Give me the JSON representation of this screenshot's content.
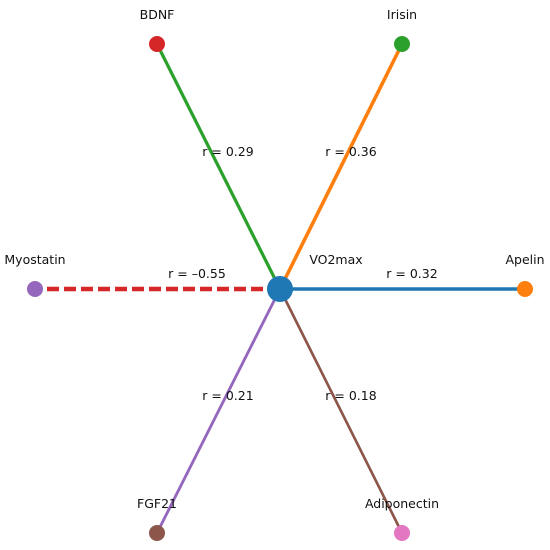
{
  "diagram": {
    "center": {
      "label": "VO2max",
      "color": "#1f77b4"
    },
    "nodes": [
      {
        "label": "BDNF",
        "color": "#d62728",
        "edge_label": "r = 0.29",
        "edge_color": "#2ca02c",
        "edge_style": "solid",
        "edge_weight": 0.29
      },
      {
        "label": "Irisin",
        "color": "#2ca02c",
        "edge_label": "r = 0.36",
        "edge_color": "#ff7f0e",
        "edge_style": "solid",
        "edge_weight": 0.36
      },
      {
        "label": "Apelin",
        "color": "#ff7f0e",
        "edge_label": "r = 0.32",
        "edge_color": "#1f77b4",
        "edge_style": "solid",
        "edge_weight": 0.32
      },
      {
        "label": "Myostatin",
        "color": "#9467bd",
        "edge_label": "r = –0.55",
        "edge_color": "#d62728",
        "edge_style": "dashed",
        "edge_weight": -0.55
      },
      {
        "label": "FGF21",
        "color": "#8c564b",
        "edge_label": "r = 0.21",
        "edge_color": "#9467bd",
        "edge_style": "solid",
        "edge_weight": 0.21
      },
      {
        "label": "Adiponectin",
        "color": "#e377c2",
        "edge_label": "r = 0.18",
        "edge_color": "#8c564b",
        "edge_style": "solid",
        "edge_weight": 0.18
      }
    ]
  }
}
